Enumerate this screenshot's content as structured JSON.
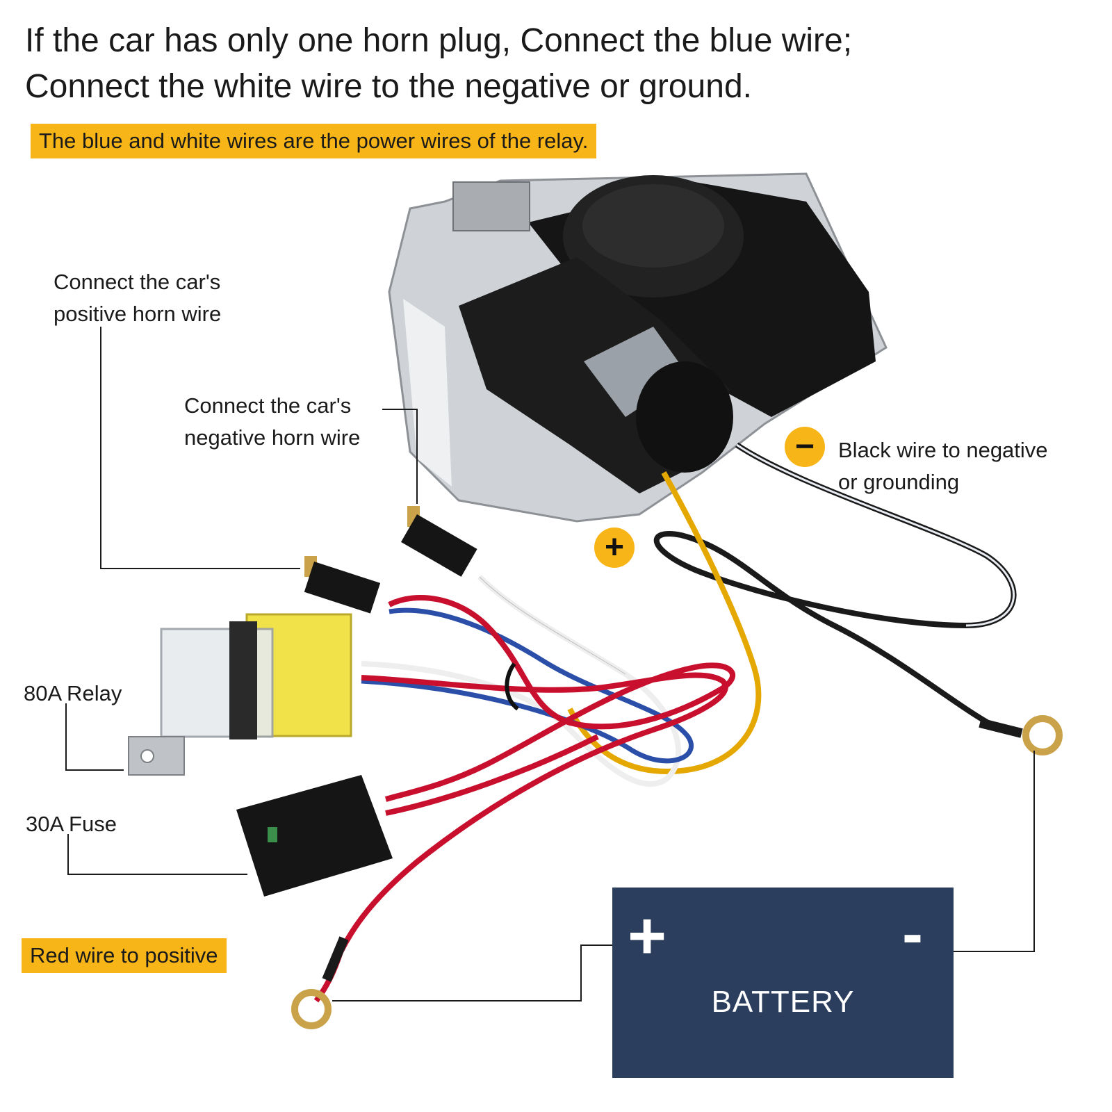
{
  "header": {
    "line1": "If the car has only one horn plug, Connect the blue wire;",
    "line2": "Connect the white wire to the negative or ground."
  },
  "callouts": {
    "relay_power": "The blue and white wires are the power wires of the relay.",
    "red_wire": "Red wire to positive"
  },
  "labels": {
    "positive_line1": "Connect the car's",
    "positive_line2": "positive horn wire",
    "negative_line1": "Connect the car's",
    "negative_line2": "negative horn wire",
    "black_line1": "Black wire to negative",
    "black_line2": "or grounding",
    "relay": "80A Relay",
    "fuse": "30A Fuse"
  },
  "badges": {
    "minus": "−",
    "plus": "+"
  },
  "battery": {
    "plus": "+",
    "minus": "-",
    "label": "BATTERY"
  },
  "colors": {
    "accent_yellow": "#f7b518",
    "battery_navy": "#2c3e5e",
    "wire_red": "#c8102e",
    "wire_blue": "#2b4fa8",
    "wire_yellow": "#e5a800",
    "wire_black": "#1a1a1a",
    "relay_socket": "#f2e24a"
  }
}
